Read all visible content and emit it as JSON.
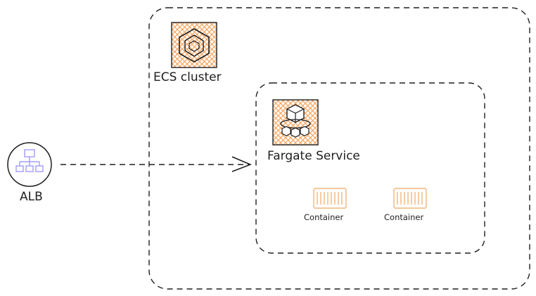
{
  "diagram": {
    "alb": {
      "label": "ALB",
      "icon": "load-balancer-icon",
      "icon_color": "#a29bfe"
    },
    "ecs_cluster": {
      "label": "ECS cluster",
      "icon": "ecs-cluster-icon"
    },
    "fargate_service": {
      "label": "Fargate Service",
      "icon": "fargate-icon"
    },
    "containers": [
      {
        "label": "Container",
        "icon": "container-icon"
      },
      {
        "label": "Container",
        "icon": "container-icon"
      }
    ],
    "edges": [
      {
        "from": "alb",
        "to": "fargate_service",
        "style": "dashed-arrow"
      }
    ],
    "colors": {
      "stroke": "#1e1e1e",
      "aws_orange": "#f7a45c",
      "container_orange": "#f2b67c",
      "alb_purple": "#a29bfe"
    }
  }
}
